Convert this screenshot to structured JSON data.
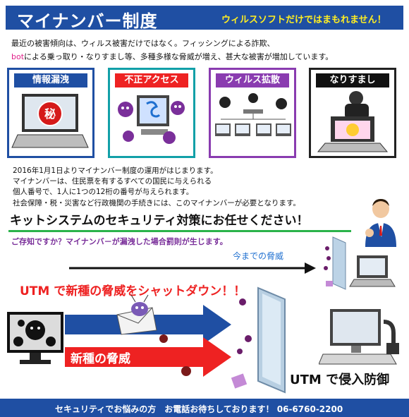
{
  "header": {
    "title": "マイナンバー制度",
    "tagline": "ウィルスソフトだけではまもれません！"
  },
  "intro": {
    "line1": "最近の被害傾向は、ウィルス被害だけではなく。フィッシングによる詐欺、",
    "line2_keyword": "bot",
    "line2_rest": "による乗っ取り・なりすまし等、多種多様な脅威が増え、甚大な被害が増加しています。"
  },
  "cards": [
    {
      "label": "情報漏洩",
      "color": "#1f4fa3",
      "label_bg": "#1f4fa3",
      "icon": "laptop-secret-icon",
      "badge": "秘"
    },
    {
      "label": "不正アクセス",
      "color": "#12a0a8",
      "label_bg": "#ee2222",
      "icon": "virus-attack-icon"
    },
    {
      "label": "ウィルス拡散",
      "color": "#8a3cb0",
      "label_bg": "#8a3cb0",
      "icon": "network-spread-icon"
    },
    {
      "label": "なりすまし",
      "color": "#222222",
      "label_bg": "#111111",
      "icon": "impersonation-icon"
    }
  ],
  "body": [
    "2016年1月1日よりマイナンバー制度の運用がはじまります。",
    "マイナンバーは、住民票を有するすべての国民に与えられる",
    "個人番号で、1人に1つの12桁の番号が与えられます。",
    "社会保障・税・災害など行政機関の手続きには、このマイナンバーが必要となります。"
  ],
  "banner": "キットシステムのセキュリティ対策にお任せください！",
  "penalty": "ご存知ですか？マイナンバ－が漏洩した場合罰則が生じます。",
  "diagram": {
    "past_label": "今までの脅威",
    "utm_shutdown": "UTM で新種の脅威をシャットダウン！！",
    "new_threat_label": "新種の脅威",
    "utm_defense": "UTM で侵入防御"
  },
  "footer": {
    "text": "セキュリティでお悩みの方　お電話お待ちしております！ 06-6760-2200"
  },
  "colors": {
    "brand_blue": "#1f4fa3",
    "accent_yellow": "#ffee22",
    "alert_red": "#ee2222",
    "green": "#2bb34a"
  }
}
